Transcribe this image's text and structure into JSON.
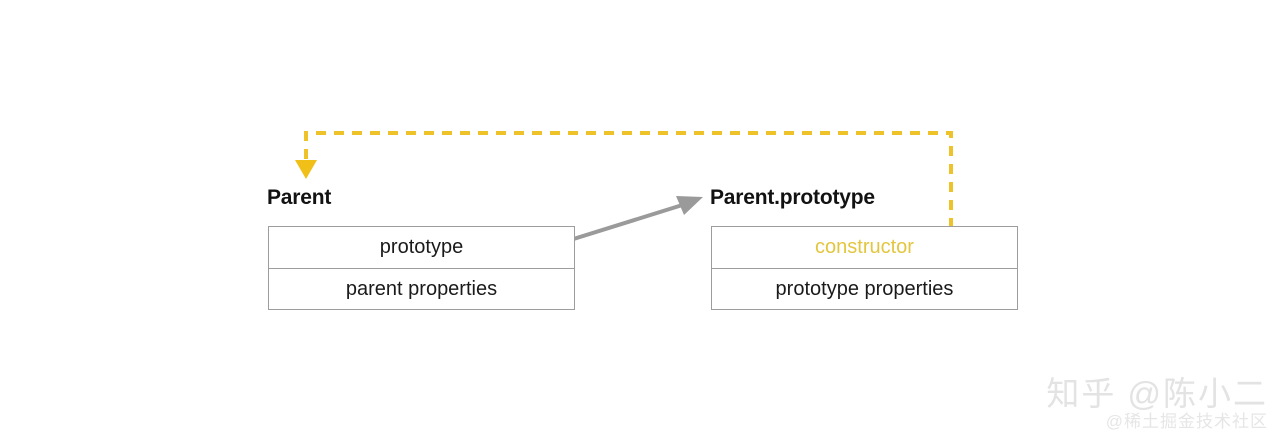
{
  "diagram": {
    "background_color": "#ffffff",
    "groups": [
      {
        "title": "Parent",
        "rows": [
          {
            "label": "prototype"
          },
          {
            "label": "parent properties"
          }
        ]
      },
      {
        "title": "Parent.prototype",
        "rows": [
          {
            "label": "constructor"
          },
          {
            "label": "prototype properties"
          }
        ]
      }
    ],
    "connectors": {
      "prototype_link": {
        "name": "prototype-to-parent-prototype-arrow",
        "color": "#9a9a9a",
        "style": "solid",
        "source_marker": "filled-dot",
        "target_marker": "solid-arrowhead"
      },
      "constructor_link": {
        "name": "constructor-to-parent-arrow",
        "color": "#eec32a",
        "style": "dashed",
        "source_marker": "hollow-circle",
        "target_marker": "filled-triangle-arrowhead"
      }
    },
    "colors": {
      "accent": "#e3c63f",
      "dashed_line": "#eec32a",
      "solid_line": "#9a9a9a",
      "border": "#9d9d9d",
      "text": "#1a1a1a",
      "title": "#121212"
    }
  },
  "watermark": {
    "main": "知乎 @陈小二",
    "sub": "@稀土掘金技术社区"
  }
}
